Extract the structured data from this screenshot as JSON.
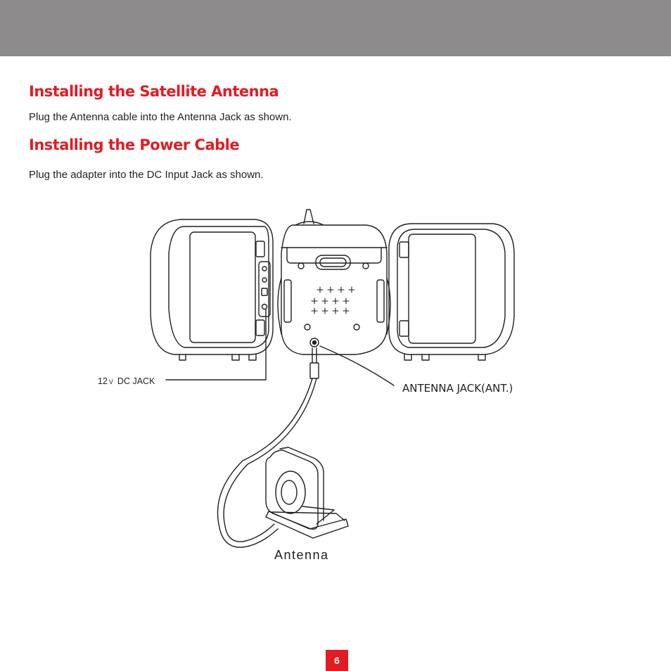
{
  "sections": [
    {
      "title": "Installing the Satellite Antenna",
      "body": "Plug the Antenna cable into the Antenna Jack as shown."
    },
    {
      "title": "Installing the Power Cable",
      "body": "Plug the adapter into the DC Input Jack as shown."
    }
  ],
  "diagram": {
    "dc_jack_voltage": "12",
    "dc_jack_unit": "V",
    "dc_jack_label": "DC JACK",
    "antenna_jack_label": "ANTENNA JACK(ANT.)",
    "antenna_label": "Antenna"
  },
  "page_number": "6",
  "colors": {
    "accent": "#e31b23",
    "header_bar": "#8d8b8c",
    "text": "#231f20"
  }
}
